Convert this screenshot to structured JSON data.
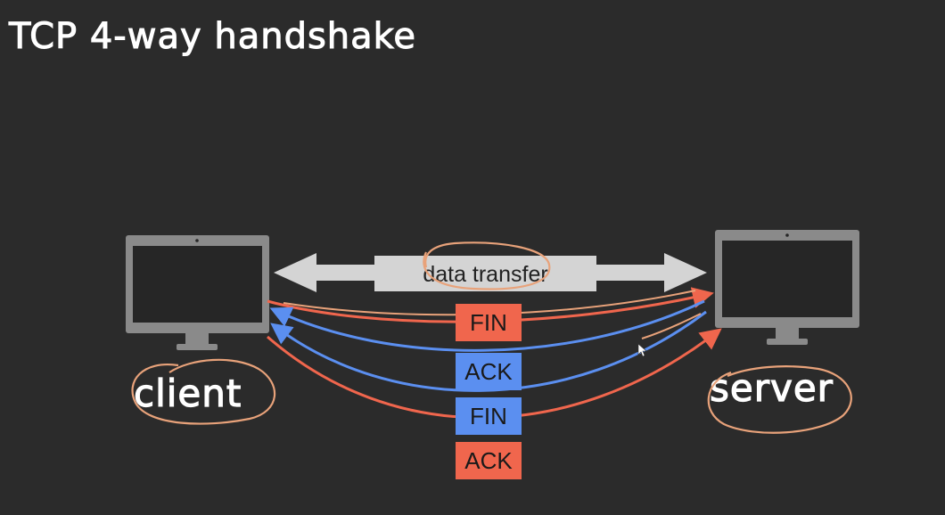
{
  "slide": {
    "title": "TCP 4-way handshake",
    "client_label": "client",
    "server_label": "server",
    "data_transfer_label": "data transfer",
    "messages": [
      {
        "label": "FIN",
        "color": "#f0664d"
      },
      {
        "label": "ACK",
        "color": "#5b8ff0"
      },
      {
        "label": "FIN",
        "color": "#5b8ff0"
      },
      {
        "label": "ACK",
        "color": "#f0664d"
      }
    ]
  },
  "colors": {
    "background": "#2b2b2b",
    "computer": "#8a8a8a",
    "screen": "#262626",
    "arrow_gray": "#d4d4d4",
    "annotation": "#e8a27a",
    "fin_red": "#f0664d",
    "ack_blue": "#5b8ff0"
  }
}
